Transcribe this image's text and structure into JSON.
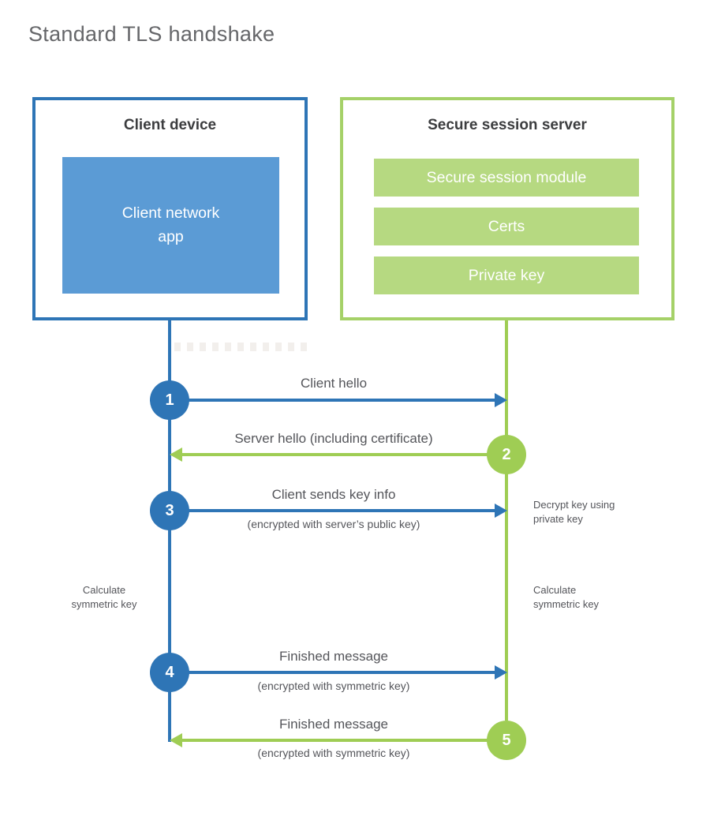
{
  "title": "Standard TLS handshake",
  "client": {
    "title": "Client device",
    "app_label": "Client network\napp"
  },
  "server": {
    "title": "Secure session server",
    "modules": [
      "Secure session module",
      "Certs",
      "Private key"
    ]
  },
  "messages": [
    {
      "num": "1",
      "label": "Client hello",
      "sublabel": "",
      "direction": "right",
      "actor": "client"
    },
    {
      "num": "2",
      "label": "Server hello (including certificate)",
      "sublabel": "",
      "direction": "left",
      "actor": "server"
    },
    {
      "num": "3",
      "label": "Client sends key info",
      "sublabel": "(encrypted with server’s public key)",
      "direction": "right",
      "actor": "client"
    },
    {
      "num": "4",
      "label": "Finished message",
      "sublabel": "(encrypted with symmetric key)",
      "direction": "right",
      "actor": "client"
    },
    {
      "num": "5",
      "label": "Finished message",
      "sublabel": "(encrypted with symmetric key)",
      "direction": "left",
      "actor": "server"
    }
  ],
  "annotations": {
    "decrypt_note": "Decrypt key using private key",
    "client_note": "Calculate symmetric key",
    "server_note": "Calculate symmetric key"
  },
  "colors": {
    "client_accent": "#2e75b6",
    "client_fill": "#5b9bd5",
    "server_accent": "#9fcd54",
    "server_border": "#a5d168",
    "server_fill": "#b6d981"
  }
}
